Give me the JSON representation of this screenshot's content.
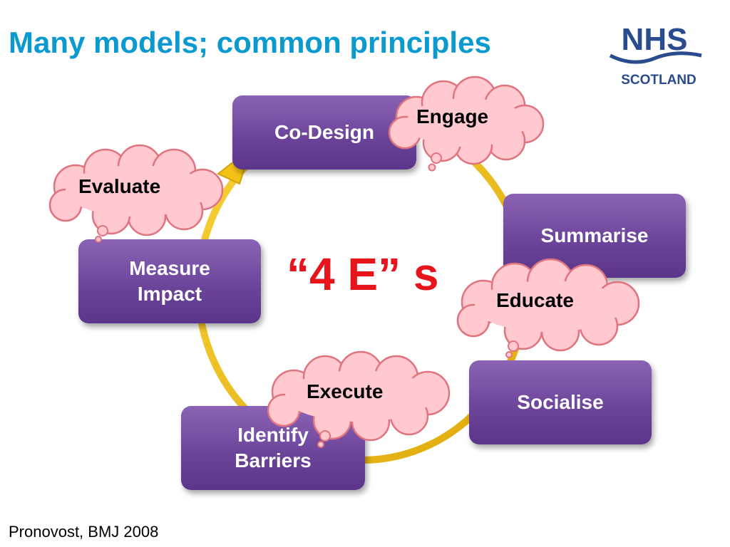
{
  "title": "Many models; common principles",
  "logo": {
    "nhs": "NHS",
    "scotland": "SCOTLAND",
    "color": "#2a4b8d"
  },
  "cycle_steps": {
    "co_design": "Co-Design",
    "summarise": "Summarise",
    "socialise": "Socialise",
    "identify_barriers": [
      "Identify",
      "Barriers"
    ],
    "measure_impact": [
      "Measure",
      "Impact"
    ]
  },
  "center_label": "“4 E” s",
  "clouds": {
    "engage": "Engage",
    "educate": "Educate",
    "execute": "Execute",
    "evaluate": "Evaluate"
  },
  "footer": "Pronovost, BMJ 2008",
  "colors": {
    "title": "#0a9ad0",
    "box": "#6a4399",
    "center": "#e8141b",
    "cloud_fill": "#ffc9cf",
    "cloud_stroke": "#e0737d",
    "ring": "#f2c216"
  }
}
